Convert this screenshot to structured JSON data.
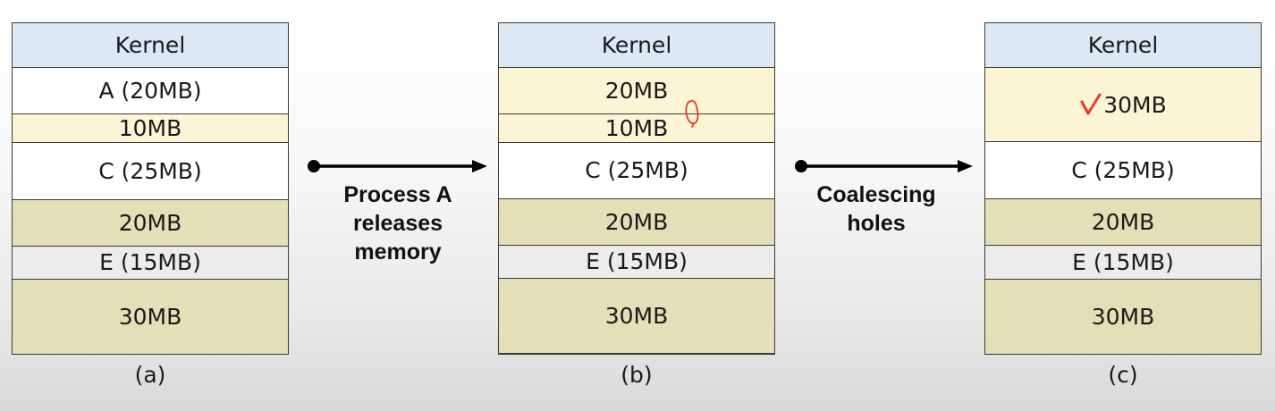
{
  "colors": {
    "kernel": "#dce9f5",
    "process": "#ffffff",
    "hole": "#fbf5d6",
    "hole_dark": "#e4dfb6",
    "process_grey": "#ececec",
    "annotation": "#e8392a"
  },
  "diagrams": [
    {
      "caption": "(a)",
      "blocks": [
        {
          "label": "Kernel",
          "kind": "kernel",
          "size": 50
        },
        {
          "label": "A (20MB)",
          "kind": "process",
          "size": 52
        },
        {
          "label": "10MB",
          "kind": "hole",
          "size": 32
        },
        {
          "label": "C (25MB)",
          "kind": "process",
          "size": 64
        },
        {
          "label": "20MB",
          "kind": "hole_dark",
          "size": 52
        },
        {
          "label": "E (15MB)",
          "kind": "process_grey",
          "size": 37
        },
        {
          "label": "30MB",
          "kind": "hole_dark",
          "size": 85
        }
      ]
    },
    {
      "caption": "(b)",
      "blocks": [
        {
          "label": "Kernel",
          "kind": "kernel",
          "size": 50
        },
        {
          "label": "20MB",
          "kind": "hole",
          "size": 52
        },
        {
          "label": "10MB",
          "kind": "hole",
          "size": 32
        },
        {
          "label": "C (25MB)",
          "kind": "process",
          "size": 64
        },
        {
          "label": "20MB",
          "kind": "hole_dark",
          "size": 52
        },
        {
          "label": "E (15MB)",
          "kind": "process_grey",
          "size": 37
        },
        {
          "label": "30MB",
          "kind": "hole_dark",
          "size": 85
        }
      ]
    },
    {
      "caption": "(c)",
      "blocks": [
        {
          "label": "Kernel",
          "kind": "kernel",
          "size": 50
        },
        {
          "label": "30MB",
          "kind": "hole",
          "size": 84,
          "check": true
        },
        {
          "label": "C (25MB)",
          "kind": "process",
          "size": 64
        },
        {
          "label": "20MB",
          "kind": "hole_dark",
          "size": 52
        },
        {
          "label": "E (15MB)",
          "kind": "process_grey",
          "size": 37
        },
        {
          "label": "30MB",
          "kind": "hole_dark",
          "size": 85
        }
      ]
    }
  ],
  "arrows": [
    {
      "lines": [
        "Process A",
        "releases",
        "memory"
      ]
    },
    {
      "lines": [
        "Coalescing",
        "holes"
      ]
    }
  ]
}
